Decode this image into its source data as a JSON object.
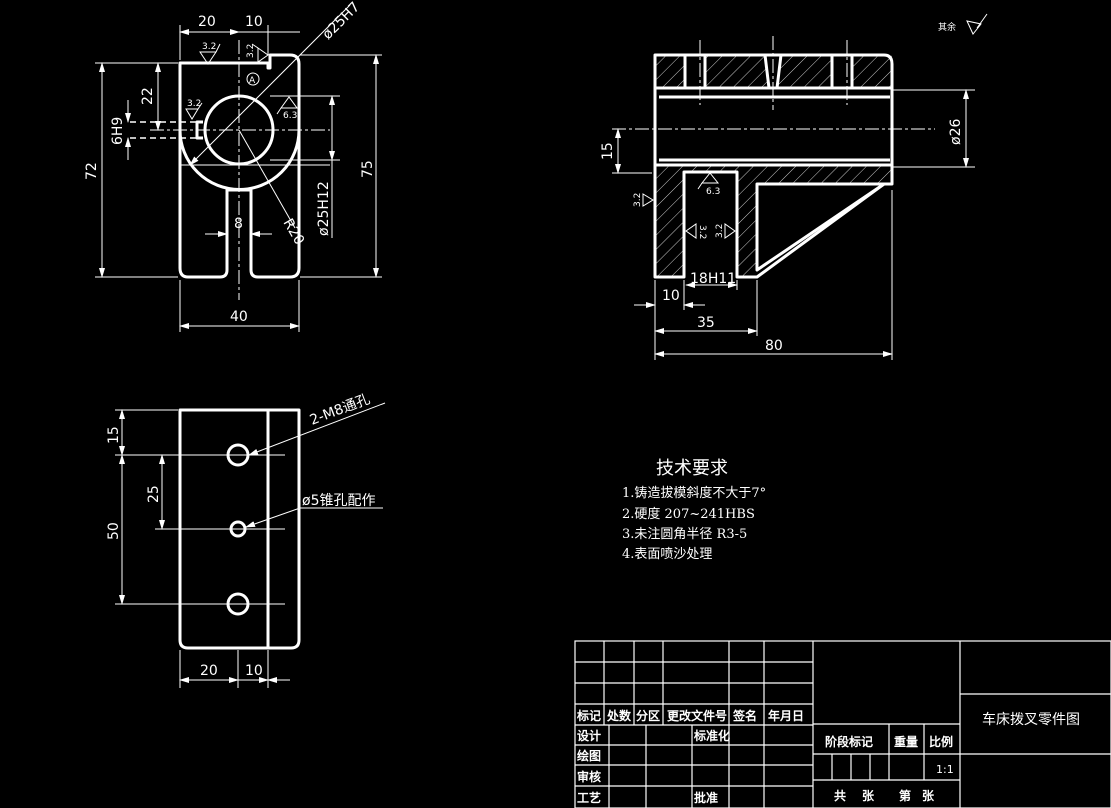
{
  "drawing": {
    "title": "车床拨叉零件图",
    "surface_note": "其余",
    "views": {
      "top_view": {
        "dims": {
          "w20": "20",
          "w10": "10",
          "d25h7": "ø25H7",
          "h22": "22",
          "h6h9": "6H9",
          "h72": "72",
          "h75": "75",
          "d25h12": "ø25H12",
          "r20": "R20",
          "w8": "8",
          "w40": "40"
        },
        "roughness": [
          "3.2",
          "3.2",
          "3.2",
          "6.3"
        ],
        "datum": "A"
      },
      "section_view": {
        "dims": {
          "h15": "15",
          "d26": "ø26",
          "w10": "10",
          "w18h11": "18H11",
          "w35": "35",
          "w80": "80"
        },
        "roughness": [
          "6.3",
          "3.2",
          "3.2",
          "3.2"
        ]
      },
      "side_view": {
        "dims": {
          "h15": "15",
          "h25": "25",
          "h50": "50",
          "w20": "20",
          "w10": "10"
        },
        "notes": {
          "holes_m8": "2-M8通孔",
          "taper_pin": "ø5锥孔配作"
        }
      }
    },
    "tech_requirements": {
      "heading": "技术要求",
      "items": [
        "1.铸造拔模斜度不大于7°",
        "2.硬度 207~241HBS",
        "3.未注圆角半径 R3-5",
        "4.表面喷沙处理"
      ]
    },
    "title_block": {
      "rev_headers": [
        "标记",
        "处数",
        "分区",
        "更改文件号",
        "签名",
        "年月日"
      ],
      "design": "设计",
      "standardization": "标准化",
      "drawing": "绘图",
      "review": "审核",
      "process": "工艺",
      "approve": "批准",
      "stage_mark": "阶段标记",
      "weight": "重量",
      "scale_label": "比例",
      "scale_value": "1:1",
      "total": "共",
      "sheets": "张",
      "sheet_no": "第",
      "sheet_of": "张"
    }
  }
}
